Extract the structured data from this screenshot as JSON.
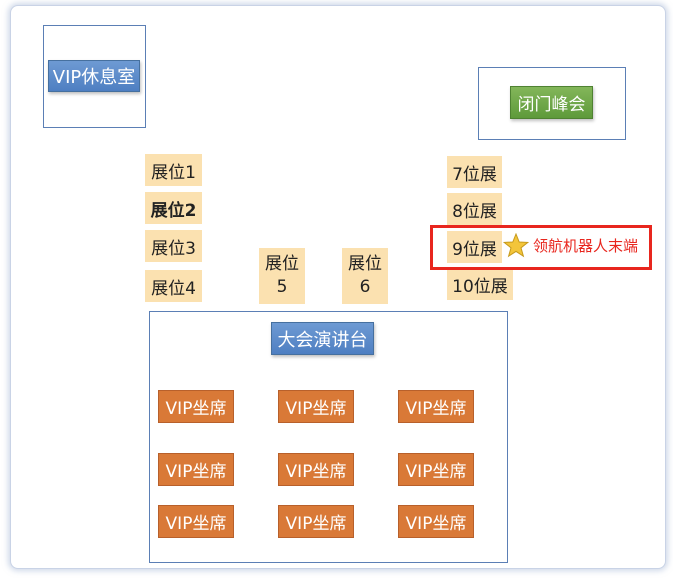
{
  "colors": {
    "outline": "#5b7fb5",
    "blue_box": "#4e7fc2",
    "green_box": "#5e9a3b",
    "booth": "#fbe1b0",
    "vip_seat": "#d97937",
    "highlight": "#e8261e",
    "star": "#f3c53a"
  },
  "vip_lounge": {
    "label": "VIP休息室"
  },
  "closed_summit": {
    "label": "闭门峰会"
  },
  "booths_left": [
    "展位1",
    "展位2",
    "展位3",
    "展位4"
  ],
  "booth_5": {
    "line1": "展位",
    "line2": "5"
  },
  "booth_6": {
    "line1": "展位",
    "line2": "6"
  },
  "booths_right": [
    "7位展",
    "8位展",
    "9位展",
    "10位展"
  ],
  "stage": {
    "label": "大会演讲台"
  },
  "vip_seats": [
    "VIP坐席",
    "VIP坐席",
    "VIP坐席",
    "VIP坐席",
    "VIP坐席",
    "VIP坐席",
    "VIP坐席",
    "VIP坐席",
    "VIP坐席"
  ],
  "highlight_note": {
    "icon": "star-icon",
    "text": "领航机器人末端"
  }
}
